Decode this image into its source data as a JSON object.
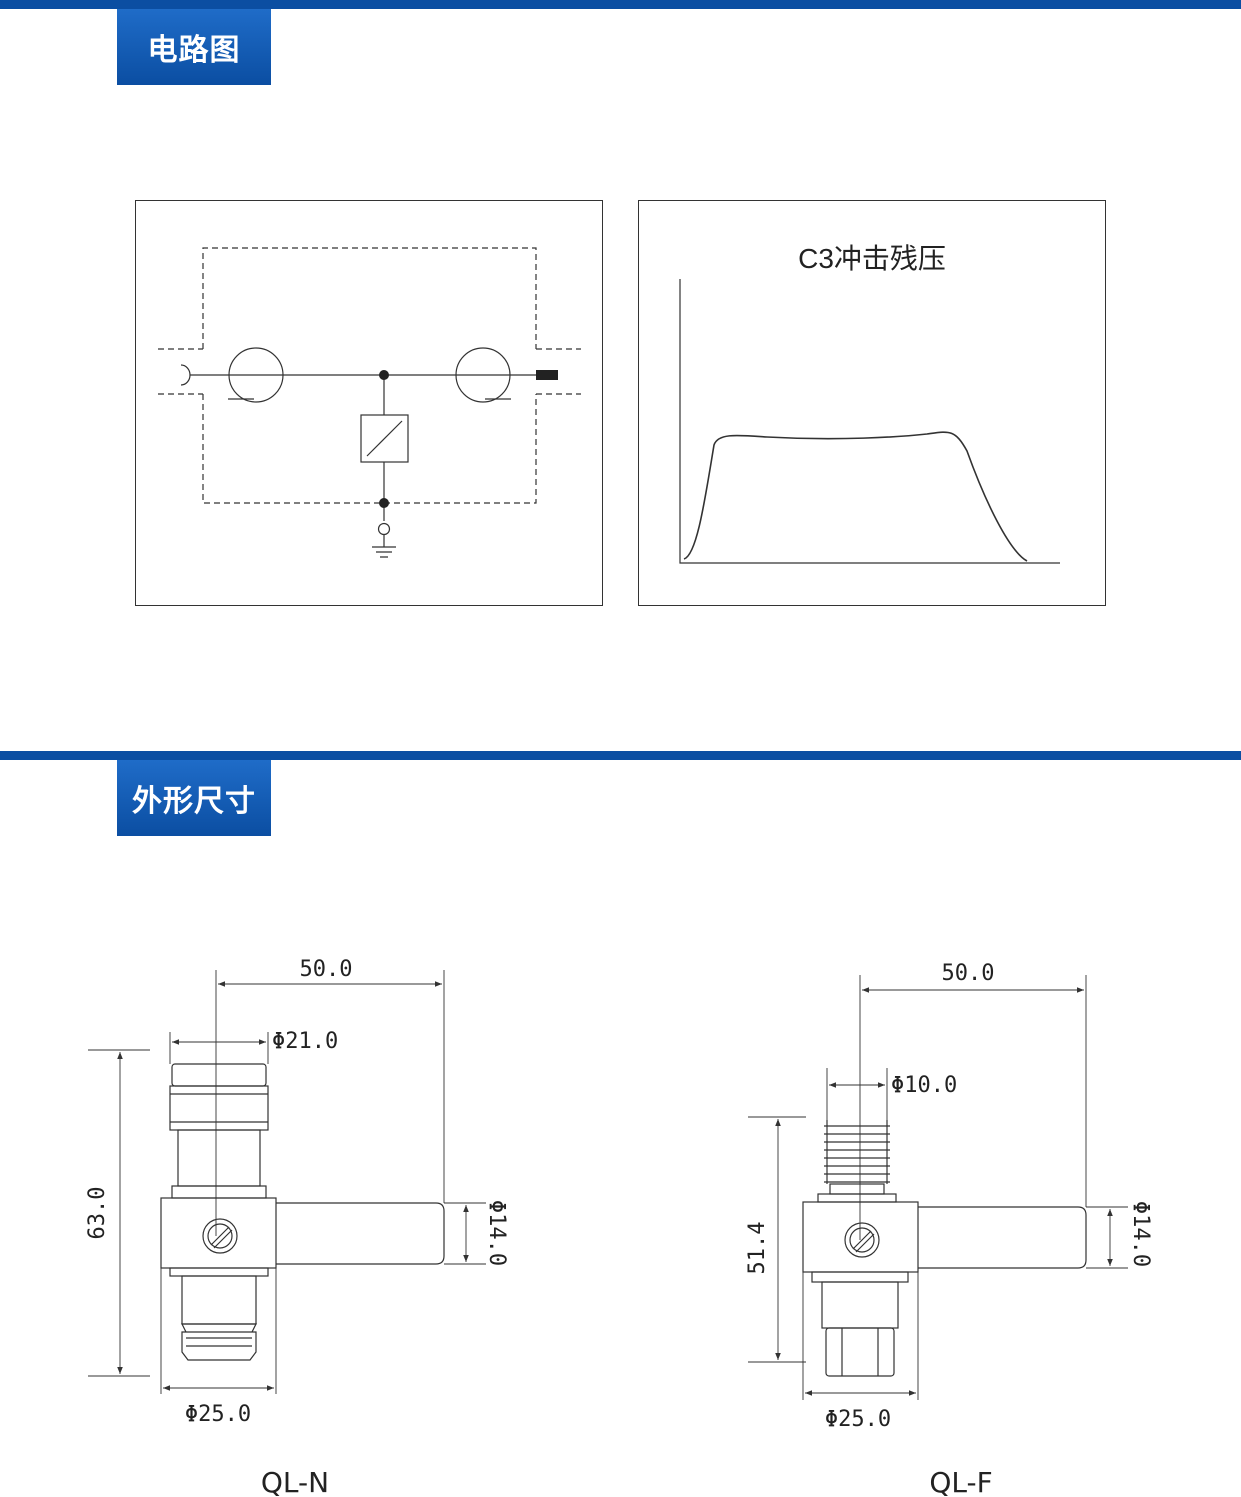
{
  "sections": {
    "circuit": {
      "title": "电路图"
    },
    "dimensions": {
      "title": "外形尺寸"
    }
  },
  "residual_chart": {
    "title": "C3冲击残压"
  },
  "drawing_n": {
    "name": "QL-N",
    "dim_width": "50.0",
    "dim_top_dia": "Φ21.0",
    "dim_height": "63.0",
    "dim_body_dia": "Φ25.0",
    "dim_arm_dia": "Φ14.0"
  },
  "drawing_f": {
    "name": "QL-F",
    "dim_width": "50.0",
    "dim_top_dia": "Φ10.0",
    "dim_height": "51.4",
    "dim_body_dia": "Φ25.0",
    "dim_arm_dia": "Φ14.0"
  },
  "colors": {
    "brand": "#0b4ea2",
    "line": "#333333"
  }
}
